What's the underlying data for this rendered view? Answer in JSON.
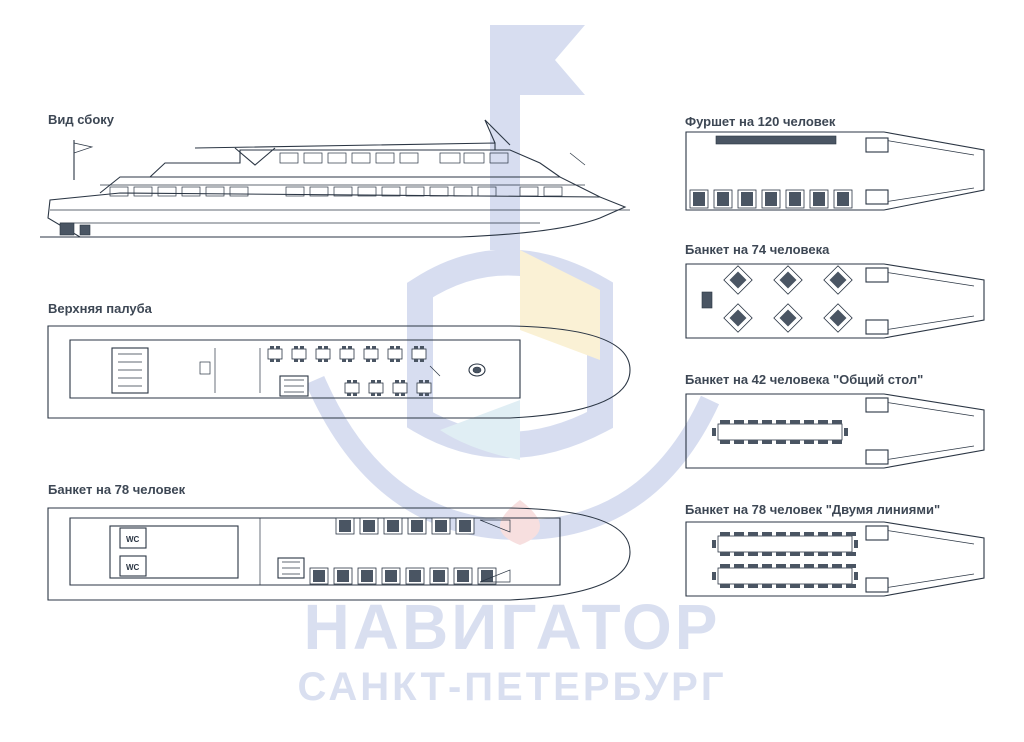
{
  "watermark": {
    "line1": "НАВИГАТОР",
    "line2": "САНКТ-ПЕТЕРБУРГ",
    "colors": {
      "blue": "#8ea0d6",
      "yellow": "#f2d98a",
      "red": "#e9a6a6",
      "teal": "#a9cfe0"
    }
  },
  "labels": {
    "side_view": "Вид сбоку",
    "upper_deck": "Верхняя палуба",
    "banquet78": "Банкет на 78 человек",
    "buffet120": "Фуршет на 120 человек",
    "banquet74": "Банкет на 74 человека",
    "banquet42": "Банкет на 42 человека \"Общий стол\"",
    "banquet78lines": "Банкет на 78 человек \"Двумя линиями\""
  },
  "wc_label": "WC",
  "colors": {
    "line": "#2b3644",
    "furniture": "#4a5563"
  }
}
